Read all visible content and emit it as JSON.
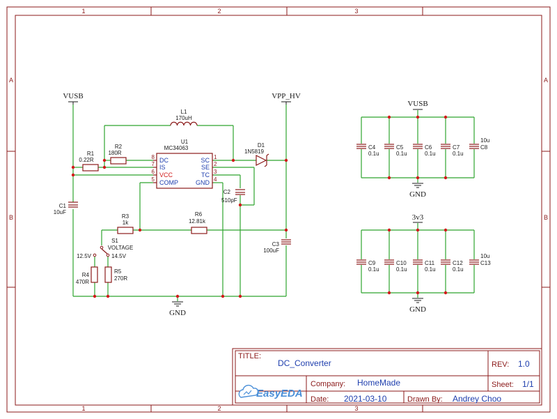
{
  "frame": {
    "columns": [
      "1",
      "2",
      "3"
    ],
    "rows": [
      "A",
      "B"
    ]
  },
  "nets": {
    "vusb_main": "VUSB",
    "vpp_hv": "VPP_HV",
    "gnd_main": "GND",
    "vusb_caps": "VUSB",
    "gnd_caps1": "GND",
    "v3v3": "3v3",
    "gnd_caps2": "GND"
  },
  "components": {
    "l1": {
      "ref": "L1",
      "value": "170uH"
    },
    "u1": {
      "ref": "U1",
      "value": "MC34063",
      "left_pins": [
        {
          "num": "8",
          "name": "DC"
        },
        {
          "num": "7",
          "name": "IS"
        },
        {
          "num": "6",
          "name": "VCC"
        },
        {
          "num": "5",
          "name": "COMP"
        }
      ],
      "right_pins": [
        {
          "num": "1",
          "name": "SC"
        },
        {
          "num": "2",
          "name": "SE"
        },
        {
          "num": "3",
          "name": "TC"
        },
        {
          "num": "4",
          "name": "GND"
        }
      ]
    },
    "r1": {
      "ref": "R1",
      "value": "0.22R"
    },
    "r2": {
      "ref": "R2",
      "value": "180R"
    },
    "d1": {
      "ref": "D1",
      "value": "1N5819"
    },
    "c1": {
      "ref": "C1",
      "value": "10uF"
    },
    "c2": {
      "ref": "C2",
      "value": "510pF"
    },
    "c3": {
      "ref": "C3",
      "value": "100uF"
    },
    "r3": {
      "ref": "R3",
      "value": "1k"
    },
    "r6": {
      "ref": "R6",
      "value": "12.81k"
    },
    "s1": {
      "ref": "S1",
      "value": "VOLTAGE",
      "opt_a": "12.5V",
      "opt_b": "14.5V"
    },
    "r4": {
      "ref": "R4",
      "value": "470R"
    },
    "r5": {
      "ref": "R5",
      "value": "270R"
    },
    "c4": {
      "ref": "C4",
      "value": "0.1u"
    },
    "c5": {
      "ref": "C5",
      "value": "0.1u"
    },
    "c6": {
      "ref": "C6",
      "value": "0.1u"
    },
    "c7": {
      "ref": "C7",
      "value": "0.1u"
    },
    "c8": {
      "ref": "C8",
      "value": "10u"
    },
    "c9": {
      "ref": "C9",
      "value": "0.1u"
    },
    "c10": {
      "ref": "C10",
      "value": "0.1u"
    },
    "c11": {
      "ref": "C11",
      "value": "0.1u"
    },
    "c12": {
      "ref": "C12",
      "value": "0.1u"
    },
    "c13": {
      "ref": "C13",
      "value": "10u"
    }
  },
  "title_block": {
    "title_label": "TITLE:",
    "title": "DC_Converter",
    "rev_label": "REV:",
    "rev": "1.0",
    "company_label": "Company:",
    "company": "HomeMade",
    "sheet_label": "Sheet:",
    "sheet": "1/1",
    "date_label": "Date:",
    "date": "2021-03-10",
    "drawn_label": "Drawn By:",
    "drawn_by": "Andrey Choo",
    "logo_text": "EasyEDA"
  },
  "colors": {
    "frame": "#8b1a1a",
    "wire": "#2fa52f",
    "junction": "#d11a1a",
    "pin_name": "#1f3fae",
    "title_value": "#1f3fae",
    "logo": "#4a8fd8"
  }
}
